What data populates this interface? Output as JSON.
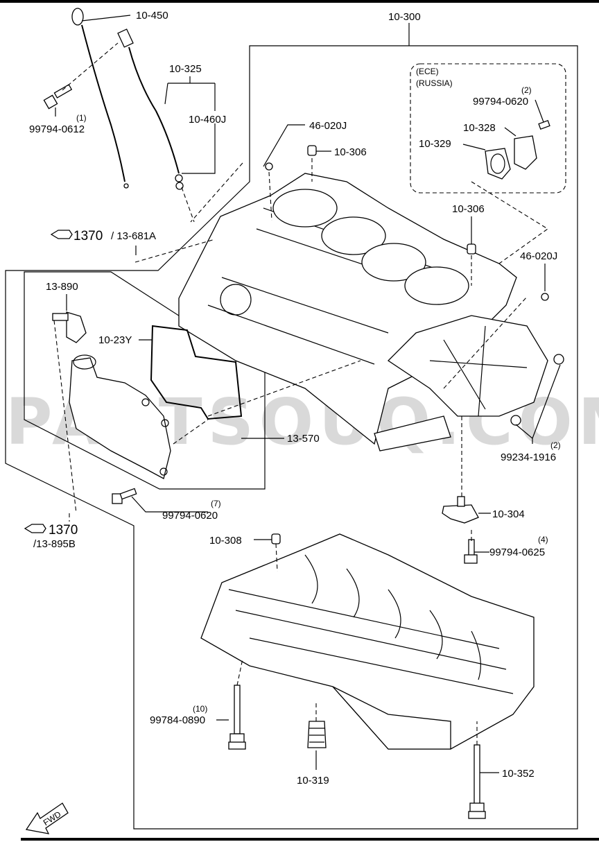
{
  "watermark": "PARTSOUQ.COM",
  "labels": {
    "p10_450": "10-450",
    "p10_300": "10-300",
    "p10_325": "10-325",
    "p10_460j": "10-460J",
    "p99794_0612": "99794-0612",
    "q1": "(1)",
    "p46_020j_top": "46-020J",
    "p10_306_top": "10-306",
    "ece": "(ECE)",
    "russia": "(RUSSIA)",
    "q2_top": "(2)",
    "p99794_0620_top": "99794-0620",
    "p10_328": "10-328",
    "p10_329": "10-329",
    "p10_306_mid": "10-306",
    "p46_020j_right": "46-020J",
    "ref1370_a": "1370",
    "ref13_681a": "/ 13-681A",
    "p13_890": "13-890",
    "p10_23y": "10-23Y",
    "p13_570": "13-570",
    "q2_mid": "(2)",
    "p99234_1916": "99234-1916",
    "q7": "(7)",
    "p99794_0620_mid": "99794-0620",
    "ref1370_b": "1370",
    "ref13_895b": "/13-895B",
    "p10_304": "10-304",
    "p10_308": "10-308",
    "q4": "(4)",
    "p99794_0625": "99794-0625",
    "q10": "(10)",
    "p99784_0890": "99784-0890",
    "p10_319": "10-319",
    "p10_352": "10-352",
    "fwd": "FWD"
  }
}
